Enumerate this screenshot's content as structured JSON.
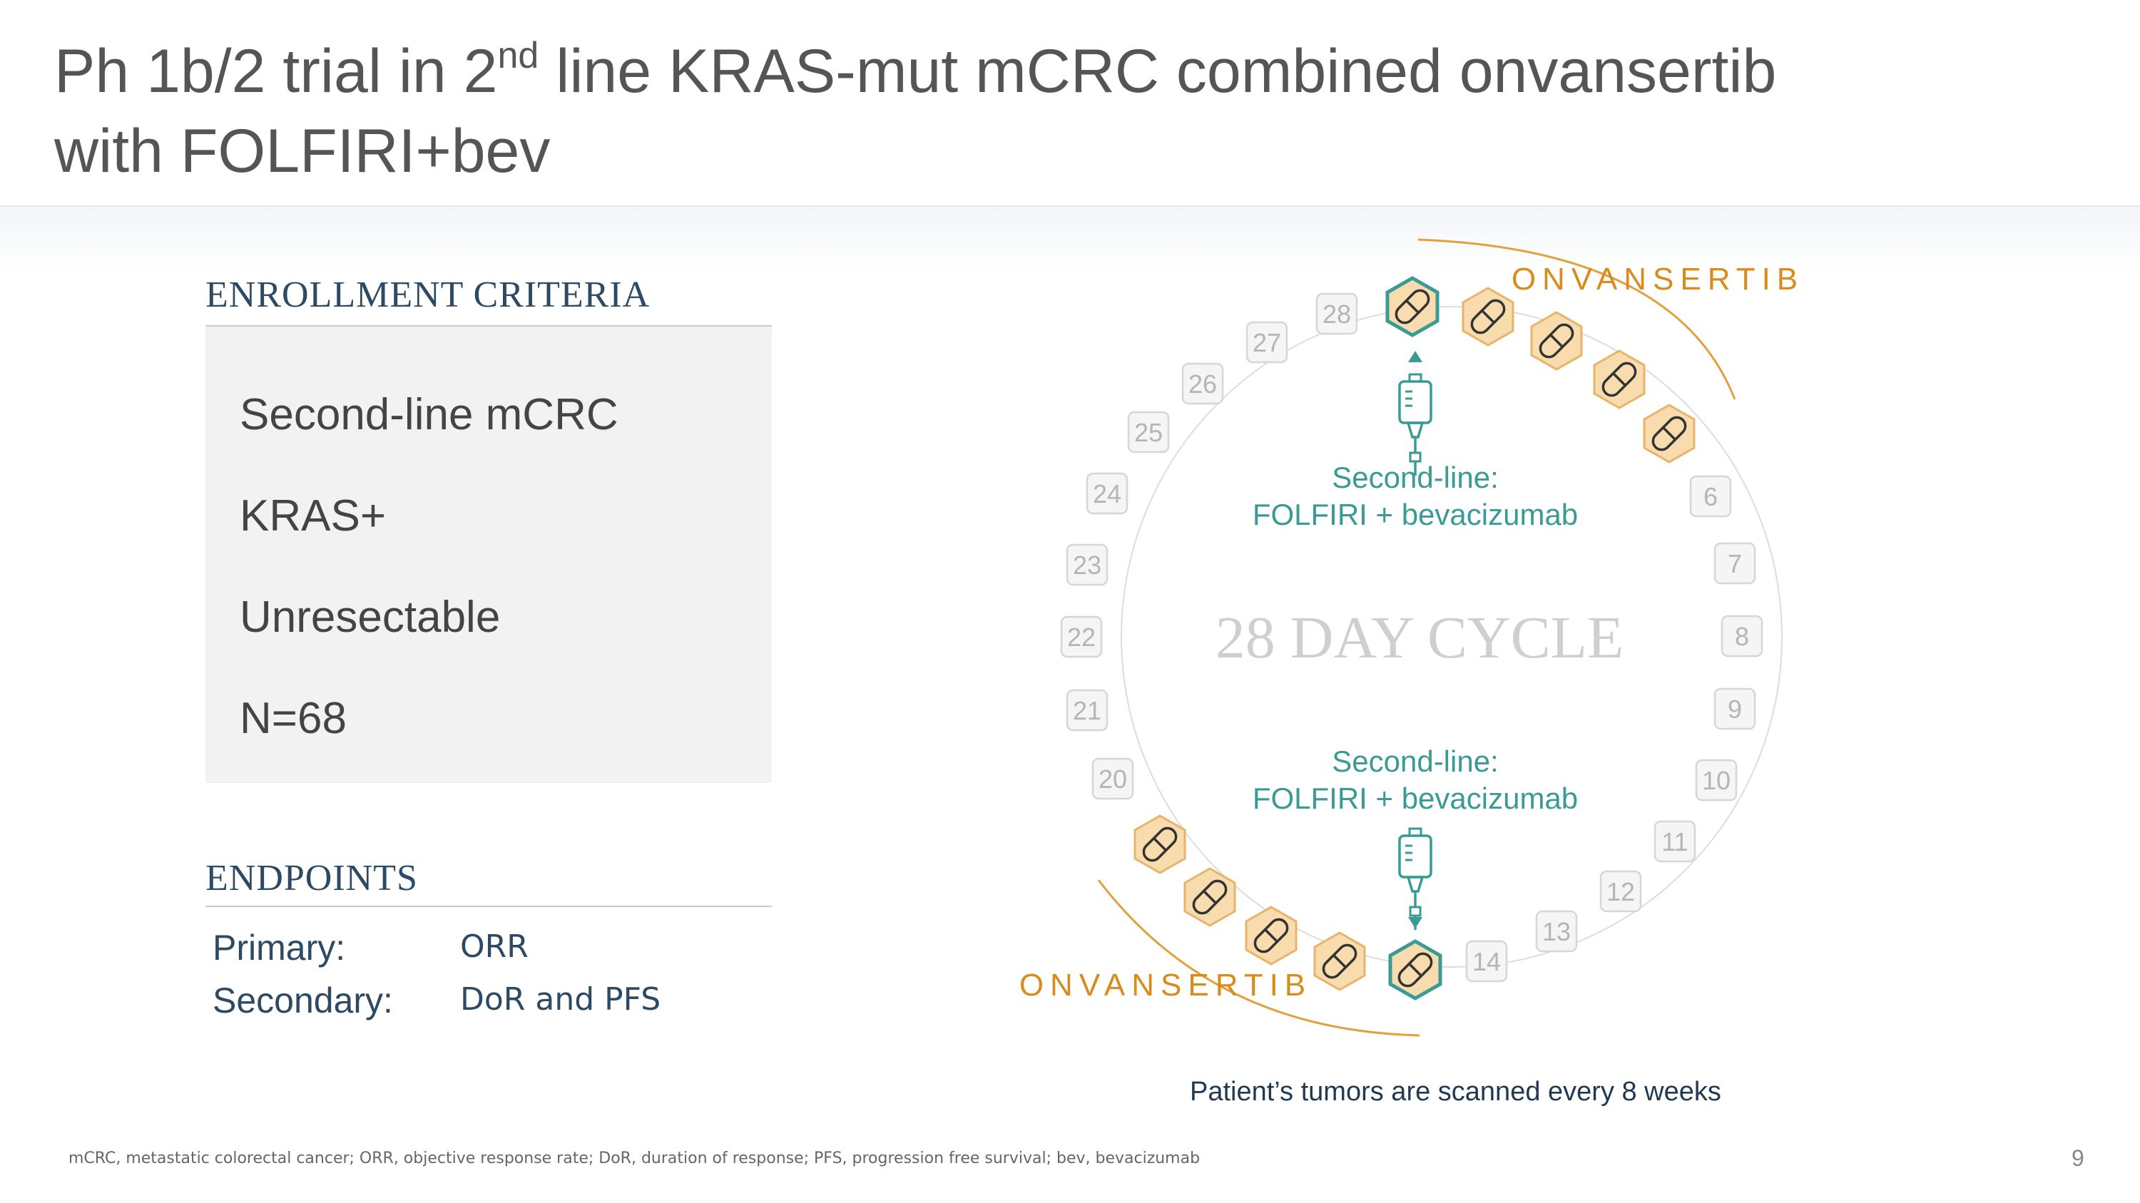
{
  "title": {
    "line1_pre": "Ph 1b/2 trial in 2",
    "line1_sup": "nd",
    "line1_post": " line KRAS-mut mCRC combined onvansertib",
    "line2": "with FOLFIRI+bev"
  },
  "enrollment": {
    "heading": "ENROLLMENT CRITERIA",
    "items": [
      "Second-line mCRC",
      "KRAS+",
      "Unresectable",
      "N=68"
    ]
  },
  "endpoints": {
    "heading": "ENDPOINTS",
    "primary_label": "Primary:",
    "primary_value": "ORR",
    "secondary_label": "Secondary:",
    "secondary_value": "DoR and PFS"
  },
  "cycle": {
    "center_label": "28 DAY CYCLE",
    "drug_label_top": "ONVANSERTIB",
    "drug_label_bottom": "ONVANSERTIB",
    "infusion_top_line1": "Second-line:",
    "infusion_top_line2": "FOLFIRI + bevacizumab",
    "infusion_bottom_line1": "Second-line:",
    "infusion_bottom_line2": "FOLFIRI + bevacizumab",
    "day_numbers": [
      "6",
      "7",
      "8",
      "9",
      "10",
      "11",
      "12",
      "13",
      "14",
      "20",
      "21",
      "22",
      "23",
      "24",
      "25",
      "26",
      "27",
      "28"
    ],
    "colors": {
      "pill_fill": "#f9dcae",
      "pill_stroke": "#e8b46a",
      "infusion_teal": "#3a9a94",
      "drug_orange": "#d98c1c",
      "day_gray": "#bdbdbd"
    }
  },
  "scan_note": "Patient’s tumors are scanned every 8 weeks",
  "footnote": "mCRC, metastatic colorectal cancer; ORR, objective response rate; DoR, duration of response; PFS, progression free survival; bev, bevacizumab",
  "page_number": "9"
}
